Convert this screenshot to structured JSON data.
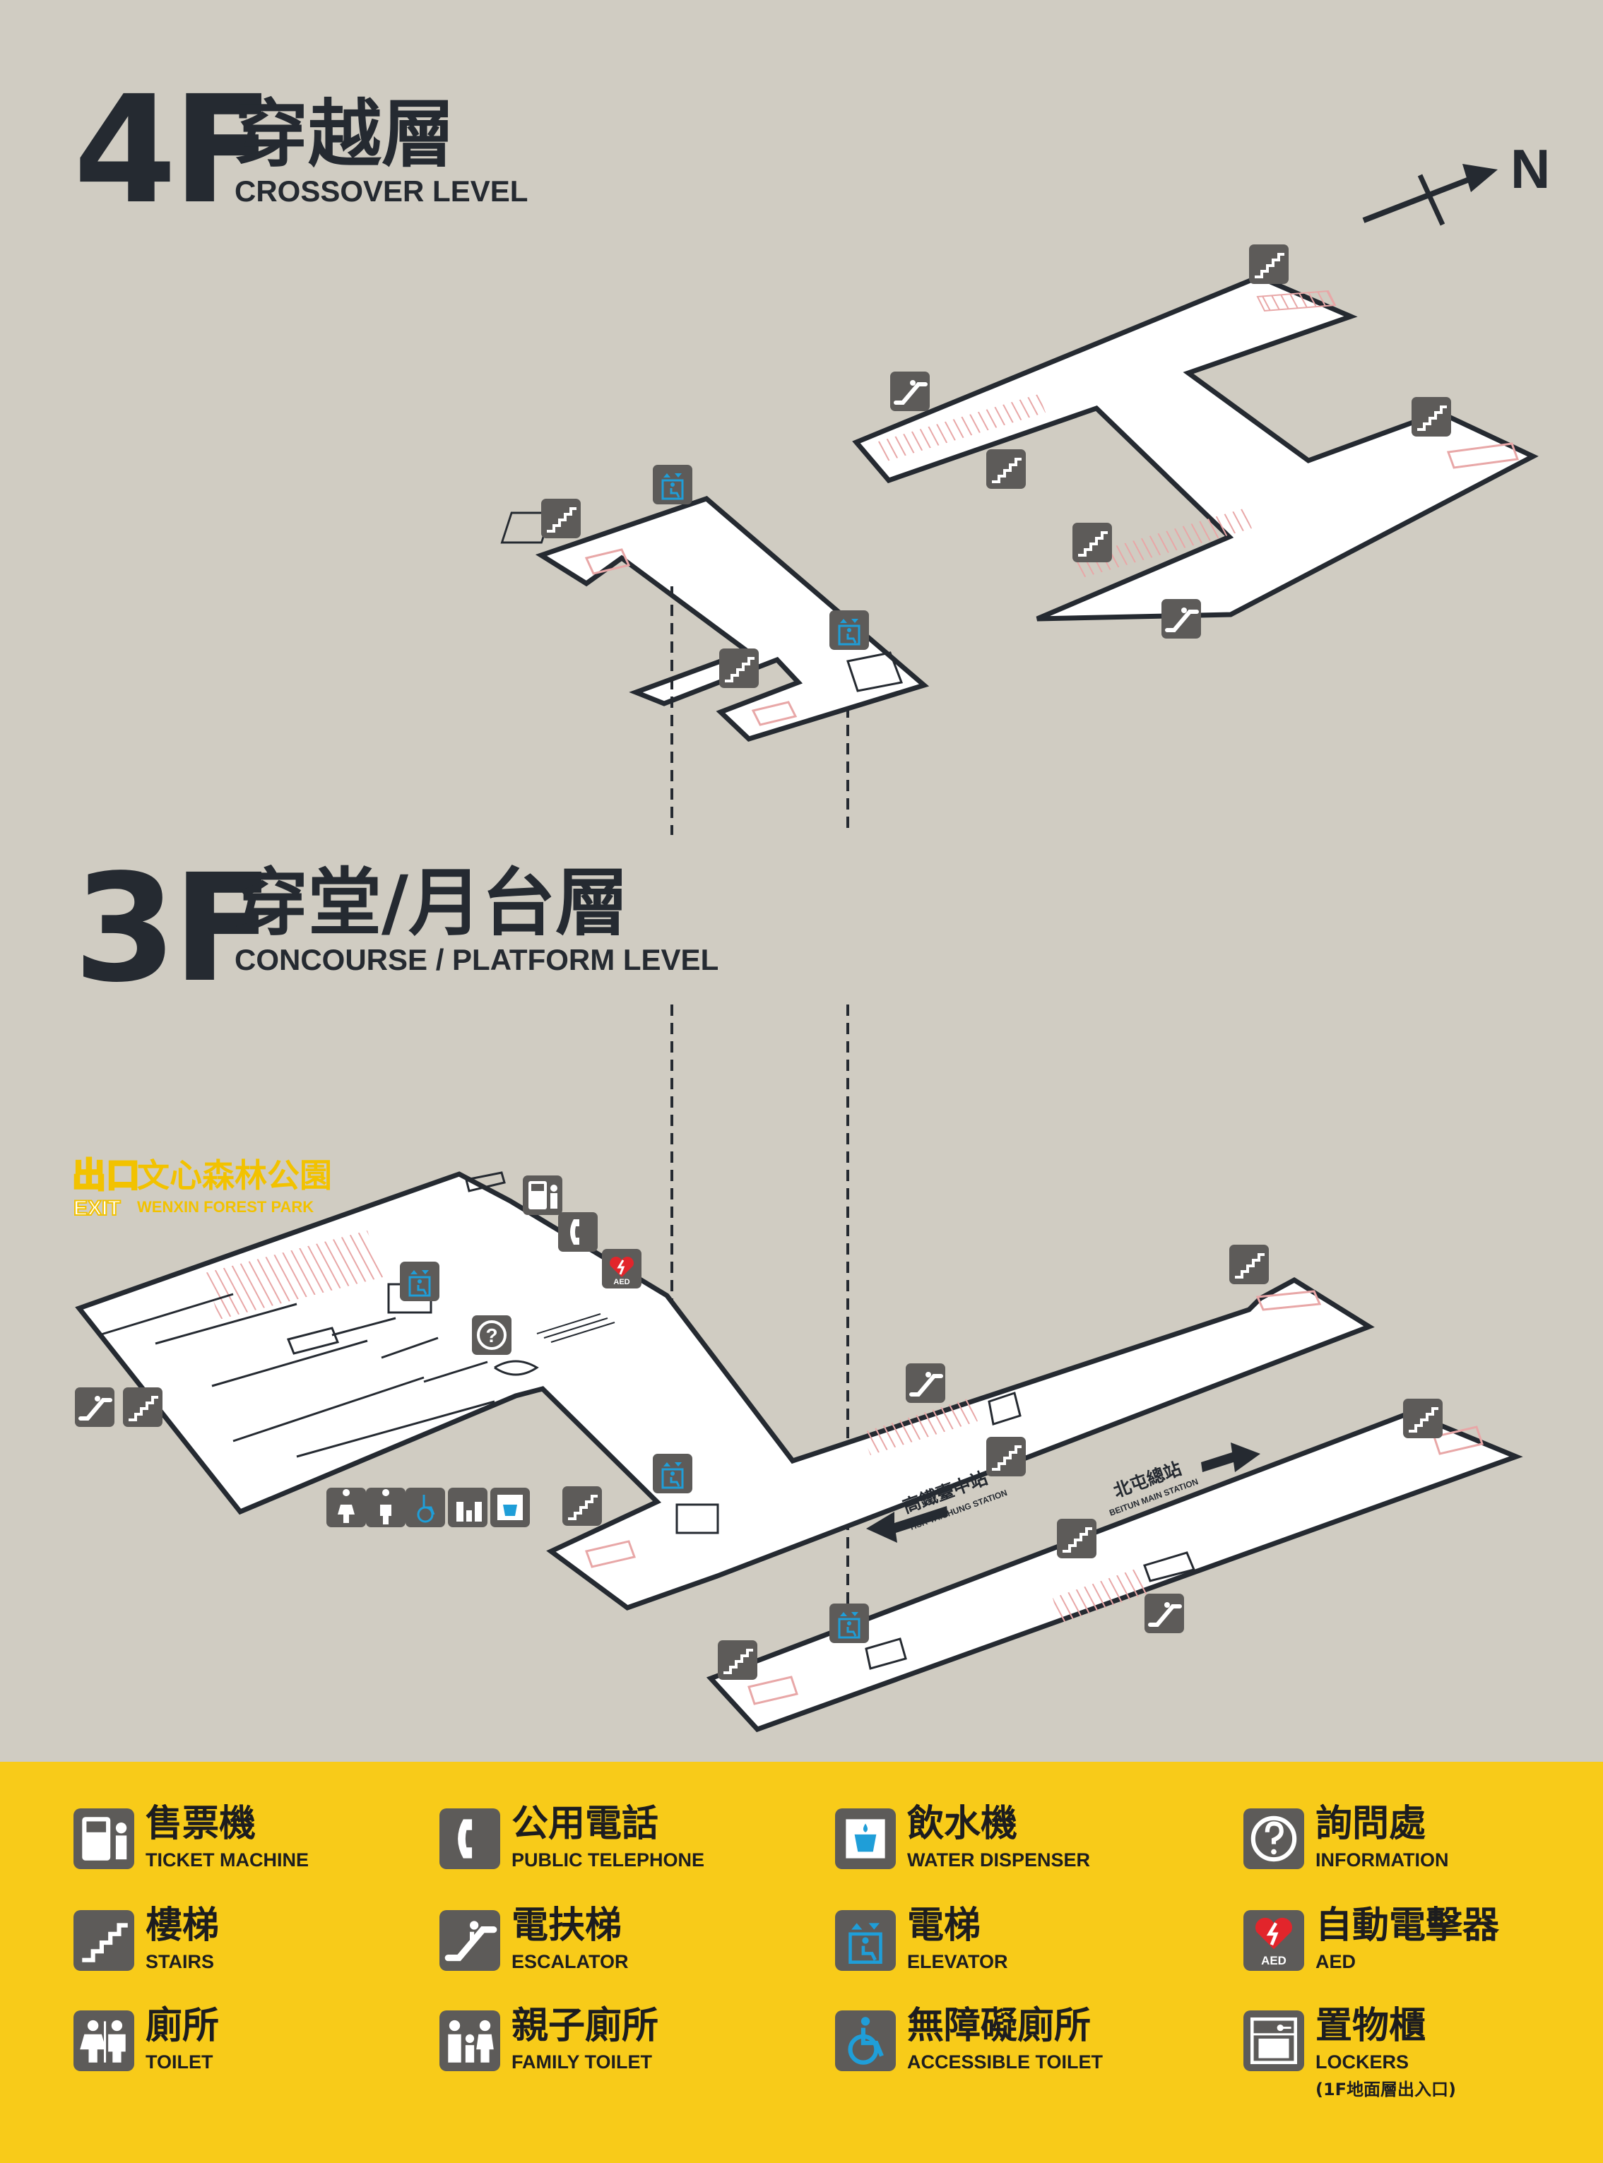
{
  "colors": {
    "background": "#d0ccc2",
    "floor": "#ffffff",
    "outline": "#252a31",
    "icon_bg": "#5d5b59",
    "elevator_accent": "#1f9ed8",
    "aed_red": "#e2252b",
    "legend_bg": "#f8cb19",
    "exit_yellow": "#f2c200",
    "escalator_hatch": "#e8a7a7"
  },
  "north": {
    "label": "N"
  },
  "level_4f": {
    "number": "4F",
    "name_zh": "穿越層",
    "name_en": "CROSSOVER LEVEL"
  },
  "level_3f": {
    "number": "3F",
    "name_zh": "穿堂/月台層",
    "name_en": "CONCOURSE / PLATFORM LEVEL"
  },
  "exit_sign": {
    "exit_zh": "出口",
    "exit_en": "EXIT",
    "dest_zh": "文心森林公園",
    "dest_en": "WENXIN FOREST PARK"
  },
  "directions": {
    "hsr_zh": "高鐵臺中站",
    "hsr_en": "HSR TAICHUNG STATION",
    "beitun_zh": "北屯總站",
    "beitun_en": "BEITUN MAIN STATION"
  },
  "map_icons": {
    "stairs": "stairs-icon",
    "escalator": "escalator-icon",
    "elevator": "elevator-icon",
    "information": "information-icon",
    "ticket_machine": "ticket-machine-icon",
    "telephone": "telephone-icon",
    "aed": "aed-icon",
    "aed_label": "AED",
    "toilets": [
      "female-toilet-icon",
      "male-toilet-icon",
      "accessible-toilet-icon",
      "family-toilet-icon",
      "water-dispenser-icon"
    ]
  },
  "legend": {
    "items": [
      {
        "icon": "ticket-machine-icon",
        "zh": "售票機",
        "en": "TICKET MACHINE"
      },
      {
        "icon": "telephone-icon",
        "zh": "公用電話",
        "en": "PUBLIC TELEPHONE"
      },
      {
        "icon": "water-dispenser-icon",
        "zh": "飲水機",
        "en": "WATER DISPENSER"
      },
      {
        "icon": "information-icon",
        "zh": "詢問處",
        "en": "INFORMATION"
      },
      {
        "icon": "stairs-icon",
        "zh": "樓梯",
        "en": "STAIRS"
      },
      {
        "icon": "escalator-icon",
        "zh": "電扶梯",
        "en": "ESCALATOR"
      },
      {
        "icon": "elevator-icon",
        "zh": "電梯",
        "en": "ELEVATOR"
      },
      {
        "icon": "aed-icon",
        "zh": "自動電擊器",
        "en": "AED"
      },
      {
        "icon": "toilet-icon",
        "zh": "廁所",
        "en": "TOILET"
      },
      {
        "icon": "family-toilet-icon",
        "zh": "親子廁所",
        "en": "FAMILY TOILET"
      },
      {
        "icon": "accessible-toilet-icon",
        "zh": "無障礙廁所",
        "en": "ACCESSIBLE  TOILET"
      },
      {
        "icon": "lockers-icon",
        "zh": "置物櫃",
        "en": "LOCKERS",
        "note": "(1F地面層出入口)"
      }
    ]
  }
}
